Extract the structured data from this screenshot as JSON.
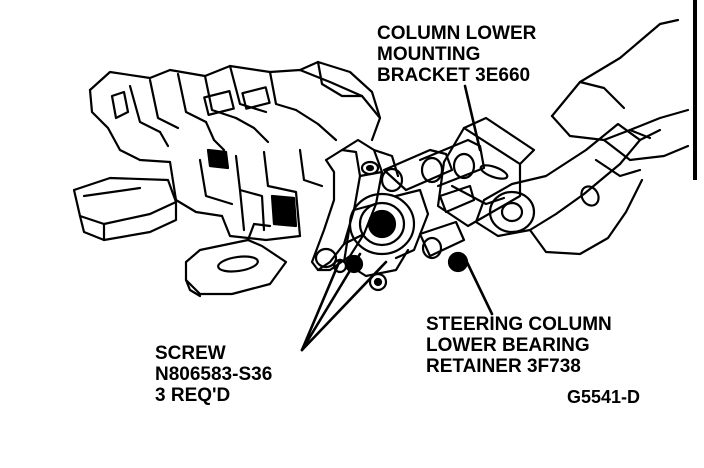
{
  "labels": {
    "bracket": [
      "COLUMN LOWER",
      "MOUNTING",
      "BRACKET 3E660"
    ],
    "retainer": [
      "STEERING COLUMN",
      "LOWER BEARING",
      "RETAINER 3F738"
    ],
    "screw": [
      "SCREW",
      "N806583-S36",
      "3 REQ'D"
    ],
    "figure_id": "G5541-D"
  },
  "colors": {
    "ink": "#000000",
    "paper": "#ffffff"
  }
}
